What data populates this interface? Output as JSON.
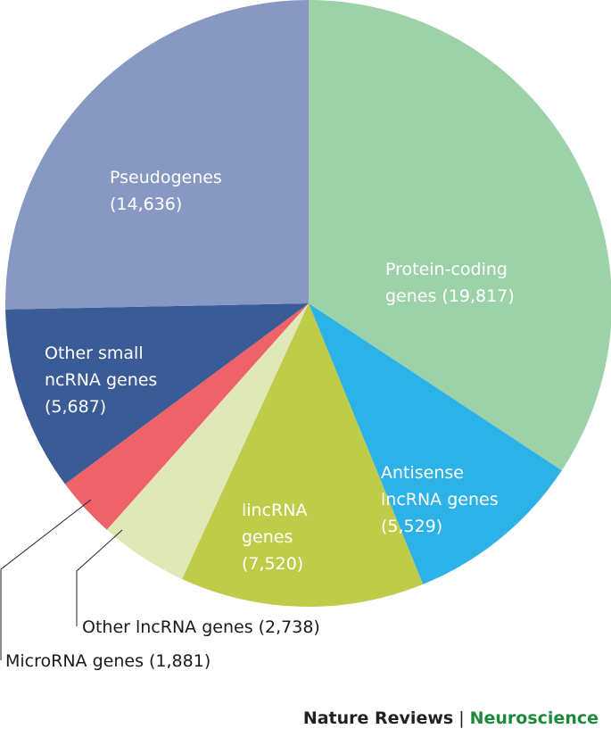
{
  "chart_data": {
    "type": "pie",
    "slices": [
      {
        "label_lines": [
          "Protein-coding",
          "genes (19,817)"
        ],
        "value": 19817,
        "color": "#9dd2a8"
      },
      {
        "label_lines": [
          "Antisense",
          "lncRNA genes",
          "(5,529)"
        ],
        "value": 5529,
        "color": "#2db2e8"
      },
      {
        "label_lines": [
          "lincRNA",
          "genes",
          "(7,520)"
        ],
        "value": 7520,
        "color": "#bfcc49"
      },
      {
        "label_lines": [
          "Other lncRNA genes (2,738)"
        ],
        "value": 2738,
        "color": "#e0e8b7",
        "callout": true
      },
      {
        "label_lines": [
          "MicroRNA genes (1,881)"
        ],
        "value": 1881,
        "color": "#ef6269",
        "callout": true
      },
      {
        "label_lines": [
          "Other small",
          "ncRNA genes",
          "(5,687)"
        ],
        "value": 5687,
        "color": "#3a5b96"
      },
      {
        "label_lines": [
          "Pseudogenes",
          "(14,636)"
        ],
        "value": 14636,
        "color": "#8799c2"
      }
    ],
    "start": "12 o'clock",
    "direction": "clockwise"
  },
  "credit": {
    "journal": "Nature Reviews",
    "separator": "|",
    "subject": "Neuroscience",
    "subject_color": "#1c8a3c"
  }
}
